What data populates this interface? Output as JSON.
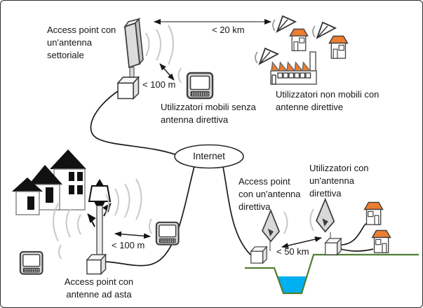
{
  "labels": {
    "ap_sectorial": "Access point con\nun'antenna\nsettoriale",
    "dist_20km": "< 20 km",
    "dist_100m_top": "< 100 m",
    "mobile_users": "Utilizzatori mobili senza\nantenna direttiva",
    "fixed_users": "Utilizzatori non mobili con\nantenne direttive",
    "internet": "Internet",
    "ap_directive": "Access point\ncon un'antenna\ndirettiva",
    "users_directive": "Utilizzatori con\nun'antenna\ndirettiva",
    "dist_50km": "< 50 km",
    "dist_100m_bottom": "< 100 m",
    "ap_asta": "Access point con\nantenne ad asta"
  },
  "colors": {
    "roof_orange": "#ED7D31",
    "water_blue": "#00B0F0",
    "ground_green": "#507E32",
    "wave_gray": "#C8C8C8",
    "outline_dark": "#3F3F3F"
  },
  "icons": {
    "sector_antenna": "panel-slab-on-pole",
    "mast_antenna": "lamppost-with-whips",
    "dish_antenna": "cone-dish-with-wave-arc",
    "mobile_terminal": "rounded-square-device-with-keys",
    "access_point_box": "3d-cube",
    "house": "gable-house-orange-roof",
    "village_house": "black-roof-house",
    "factory": "sawtooth-roof-building",
    "internet_cloud": "ellipse"
  }
}
